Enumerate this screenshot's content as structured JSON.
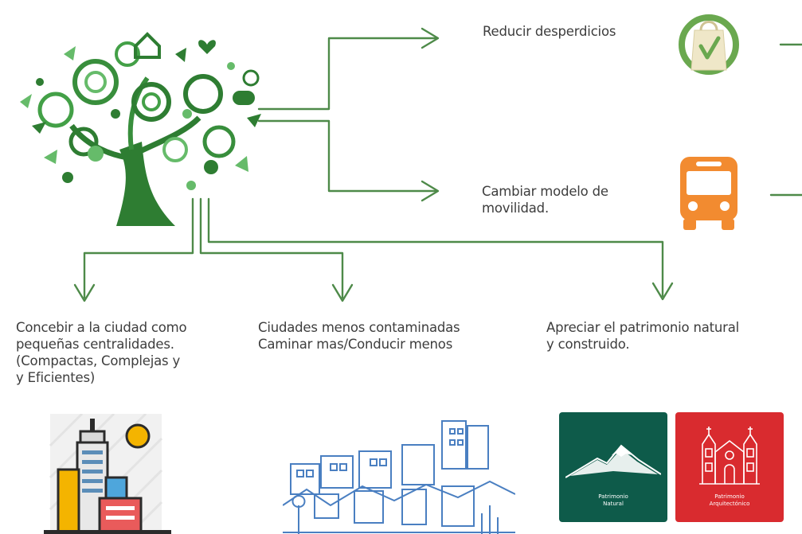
{
  "colors": {
    "arrow": "#4e8a49",
    "tree_dark": "#2e7d32",
    "tree_light": "#66bb6a",
    "bus": "#f28b30",
    "bag_ring": "#6aa84f",
    "tile_natural": "#0e5b4a",
    "tile_arch": "#d92b2f"
  },
  "branches": {
    "reduce_waste": "Reducir desperdicios",
    "mobility": "Cambiar modelo de\nmovilidad."
  },
  "outcomes": [
    {
      "text": "Concebir a la ciudad como\npequeñas centralidades.\n(Compactas, Complejas y\ny Eficientes)"
    },
    {
      "text": "Ciudades menos contaminadas\nCaminar mas/Conducir menos"
    },
    {
      "text": "Apreciar el patrimonio natural\ny construido."
    }
  ],
  "tiles": {
    "natural": "Patrimonio\nNatural",
    "architectural": "Patrimonio\nArquitectónico"
  },
  "icons": {
    "tree": "eco-tree-icon",
    "bag": "recycle-bag-icon",
    "bus": "bus-icon",
    "building": "city-building-icon",
    "cityscape": "cityscape-icon",
    "mountain": "mountain-icon",
    "church": "church-icon"
  }
}
